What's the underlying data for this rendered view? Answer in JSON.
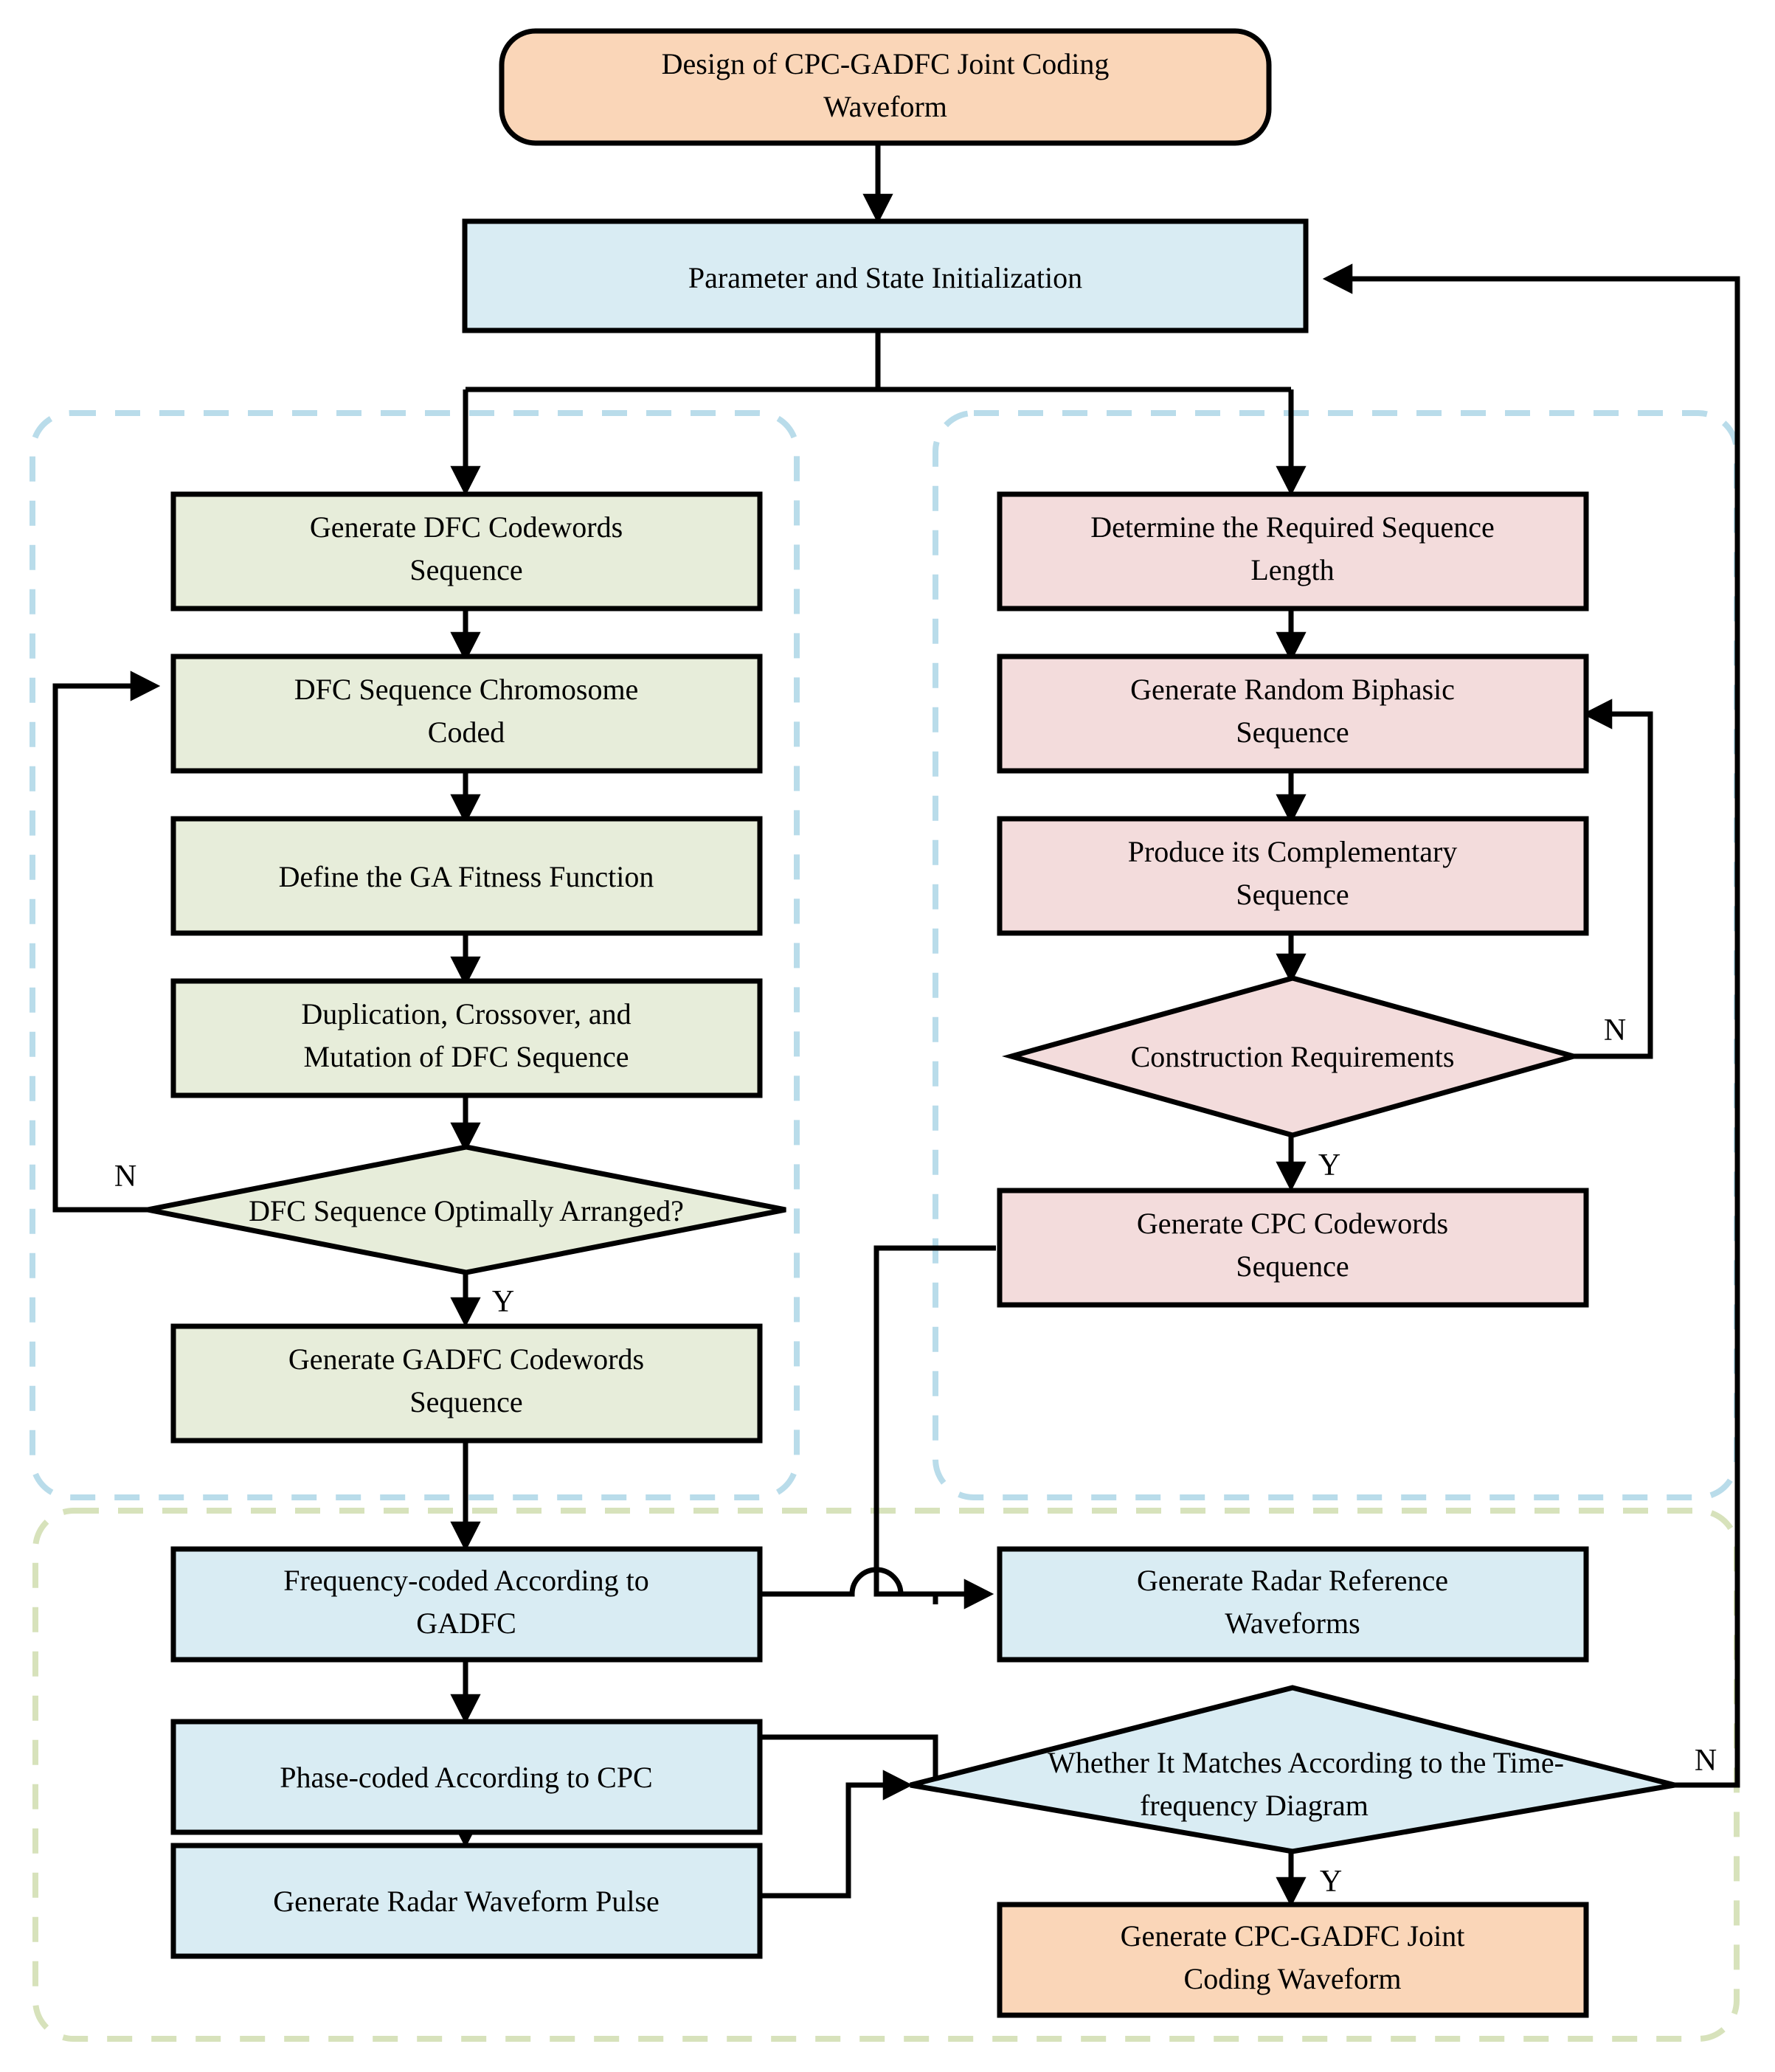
{
  "diagram": {
    "title_node": "Design of CPC-GADFC Joint Coding Waveform",
    "colors": {
      "terminal_fill": "#fad6b8",
      "process_blue_fill": "#d9ecf3",
      "process_green_fill": "#e7edda",
      "process_pink_fill": "#f3dcdc",
      "stroke": "#000000",
      "group_blue_dash": "#b9dcea",
      "group_green_dash": "#d7e2bb"
    },
    "nodes": {
      "start": "Design of CPC-GADFC Joint Coding Waveform",
      "init": "Parameter and State Initialization",
      "dfc_gen": "Generate DFC Codewords Sequence",
      "dfc_chrom": "DFC Sequence Chromosome Coded",
      "ga_fitness": "Define the GA Fitness Function",
      "ga_ops": "Duplication, Crossover, and Mutation of DFC Sequence",
      "dfc_decision": "DFC Sequence Optimally Arranged?",
      "gadfc_gen": "Generate GADFC Codewords Sequence",
      "seq_len": "Determine the Required Sequence Length",
      "biphasic": "Generate Random Biphasic Sequence",
      "complementary": "Produce its Complementary Sequence",
      "construction_decision": "Construction Requirements",
      "cpc_gen": "Generate CPC Codewords Sequence",
      "freq_coded": "Frequency-coded According to GADFC",
      "radar_ref": "Generate Radar Reference Waveforms",
      "phase_coded": "Phase-coded According to CPC",
      "match_decision": "Whether It Matches According to the Time-frequency Diagram",
      "radar_pulse": "Generate Radar Waveform Pulse",
      "final": "Generate CPC-GADFC Joint Coding Waveform"
    },
    "node_lines": {
      "start": [
        "Design of CPC-GADFC Joint Coding",
        "Waveform"
      ],
      "init": [
        "Parameter and State Initialization"
      ],
      "dfc_gen": [
        "Generate DFC Codewords",
        "Sequence"
      ],
      "dfc_chrom": [
        "DFC Sequence Chromosome",
        "Coded"
      ],
      "ga_fitness": [
        "Define the GA Fitness Function"
      ],
      "ga_ops": [
        "Duplication, Crossover, and",
        "Mutation of DFC Sequence"
      ],
      "dfc_decision": [
        "DFC Sequence Optimally Arranged?"
      ],
      "gadfc_gen": [
        "Generate GADFC Codewords",
        "Sequence"
      ],
      "seq_len": [
        "Determine the Required Sequence",
        "Length"
      ],
      "biphasic": [
        "Generate Random Biphasic",
        "Sequence"
      ],
      "complementary": [
        "Produce its Complementary",
        "Sequence"
      ],
      "construction_decision": [
        "Construction Requirements"
      ],
      "cpc_gen": [
        "Generate CPC Codewords",
        "Sequence"
      ],
      "freq_coded": [
        "Frequency-coded According to",
        "GADFC"
      ],
      "radar_ref": [
        "Generate Radar Reference",
        "Waveforms"
      ],
      "phase_coded": [
        "Phase-coded According to CPC"
      ],
      "match_decision": [
        "Whether It Matches According to the Time-",
        "frequency Diagram"
      ],
      "radar_pulse": [
        "Generate Radar Waveform Pulse"
      ],
      "final": [
        "Generate CPC-GADFC Joint",
        "Coding Waveform"
      ]
    },
    "edge_labels": {
      "dfc_no": "N",
      "dfc_yes": "Y",
      "construction_no": "N",
      "construction_yes": "Y",
      "match_no": "N",
      "match_yes": "Y"
    }
  }
}
